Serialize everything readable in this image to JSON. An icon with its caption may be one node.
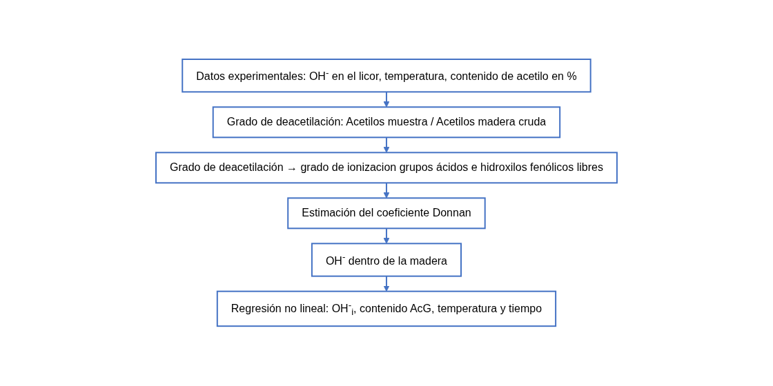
{
  "diagram": {
    "nodes": [
      {
        "text": [
          "Datos experimentales: OH$^{-}$ en el licor, temperatura, contenido de acetilo en %"
        ]
      },
      {
        "text": [
          "Grado de deacetilación: Acetilos muestra / Acetilos madera cruda"
        ]
      },
      {
        "text": [
          "Grado de deacetilación → grado de ionizacion grupos ácidos e hidroxilos fenólicos libres"
        ]
      },
      {
        "text": [
          "Estimación del coeficiente Donnan"
        ]
      },
      {
        "text": [
          "OH$^{-}$ dentro de la madera"
        ]
      },
      {
        "text": [
          "Regresión no lineal: OH$^{-}$$_{i}$, contenido AcG, temperatura y tiempo"
        ]
      }
    ],
    "edges": [
      {
        "from": 0,
        "to": 1,
        "arrow": "to"
      },
      {
        "from": 1,
        "to": 2,
        "arrow": "to"
      },
      {
        "from": 2,
        "to": 3,
        "arrow": "to"
      },
      {
        "from": 3,
        "to": 4,
        "arrow": "to"
      },
      {
        "from": 4,
        "to": 5,
        "arrow": "to"
      }
    ]
  }
}
